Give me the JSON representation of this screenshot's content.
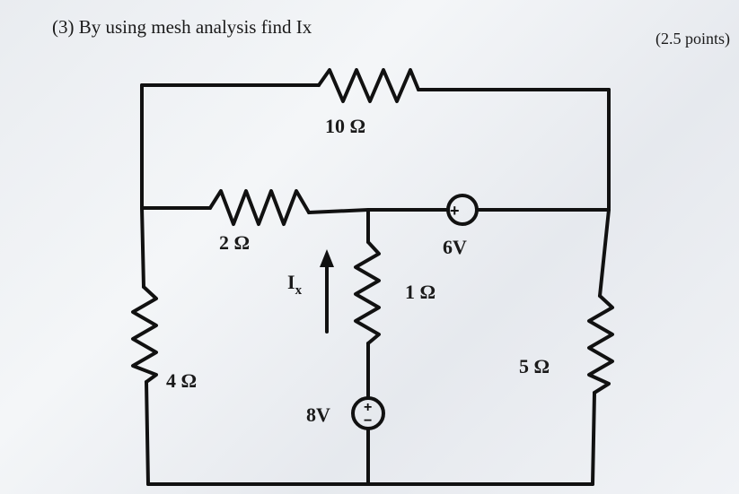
{
  "question": {
    "text": "(3) By using mesh analysis find Ix",
    "points": "(2.5 points)"
  },
  "components": {
    "r10": "10 Ω",
    "r2": "2 Ω",
    "r1": "1 Ω",
    "r4": "4 Ω",
    "r5": "5 Ω",
    "v6": "6V",
    "v8": "8V",
    "ix_main": "I",
    "ix_sub": "x"
  },
  "source_polarity": {
    "plus": "+",
    "minus": "−"
  }
}
